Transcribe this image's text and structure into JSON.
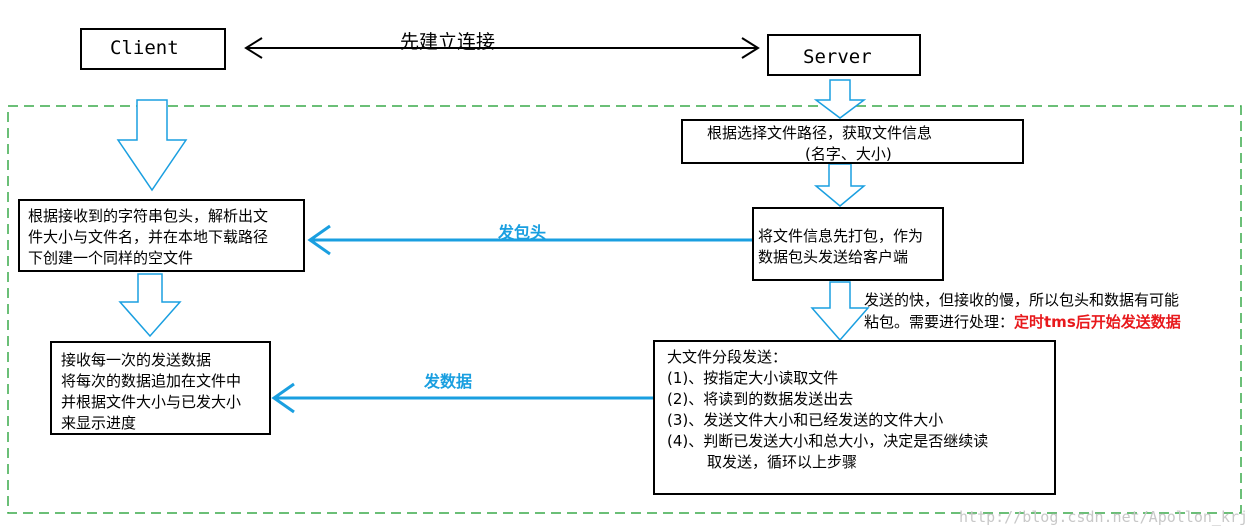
{
  "header": {
    "client_label": "Client",
    "server_label": "Server",
    "connect_label": "先建立连接"
  },
  "server_side": {
    "step1_line1": "根据选择文件路径，获取文件信息",
    "step1_line2": "(名字、大小)",
    "step2_line1": "将文件信息先打包，作为",
    "step2_line2": "数据包头发送给客户端",
    "note_line1": "发送的快，但接收的慢，所以包头和数据有可能",
    "note_line2": "粘包。需要进行处理：",
    "note_highlight": "定时tms后开始发送数据",
    "step3_title": "大文件分段发送：",
    "step3_items": [
      "(1)、按指定大小读取文件",
      "(2)、将读到的数据发送出去",
      "(3)、发送文件大小和已经发送的文件大小",
      "(4)、判断已发送大小和总大小，决定是否继续读"
    ],
    "step3_cont": "取发送，循环以上步骤"
  },
  "client_side": {
    "step1_line1": "根据接收到的字符串包头，解析出文",
    "step1_line2": "件大小与文件名，并在本地下载路径",
    "step1_line3": "下创建一个同样的空文件",
    "step2_line1": "接收每一次的发送数据",
    "step2_line2": "将每次的数据追加在文件中",
    "step2_line3": "并根据文件大小与已发大小",
    "step2_line4": "来显示进度"
  },
  "arrows": {
    "header_label": "发包头",
    "data_label": "发数据"
  },
  "watermark": "http://blog.csdn.net/Apollon_krj",
  "colors": {
    "arrow_blue": "#1a9fe0",
    "dashed_green": "#3aaa4a",
    "highlight_red": "#e8191c"
  }
}
